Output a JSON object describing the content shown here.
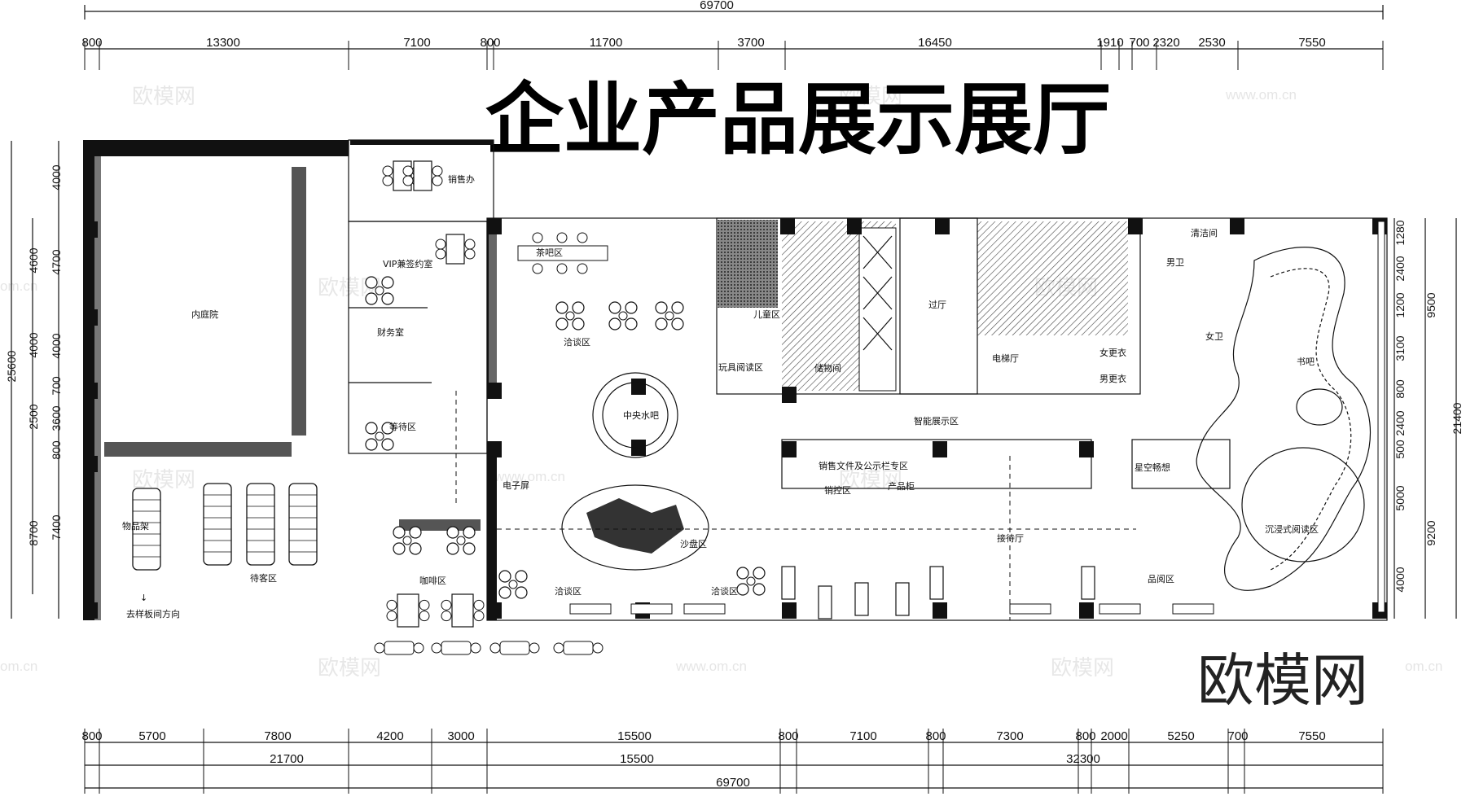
{
  "title": "企业产品展示展厅",
  "watermark_logo": "欧模网",
  "watermark_url": "www.om.cn",
  "watermark_url_partial": "om.cn",
  "dimensions": {
    "top_total": "69700",
    "top_segments": [
      "800",
      "13300",
      "7100",
      "800",
      "11700",
      "3700",
      "16450",
      "1910",
      "700",
      "2320",
      "2530",
      "7550"
    ],
    "bottom_segments": [
      "800",
      "5700",
      "7800",
      "4200",
      "3000",
      "15500",
      "800",
      "7100",
      "800",
      "7300",
      "800",
      "2000",
      "5250",
      "700",
      "7550"
    ],
    "bottom_subtotals": [
      "21700",
      "15500",
      "32300"
    ],
    "bottom_total": "69700",
    "left_total": "25600",
    "left_outer": [
      "4600",
      "4000",
      "2500",
      "8700"
    ],
    "left_inner": [
      "4000",
      "4700",
      "4000",
      "700",
      "3600",
      "800",
      "7400"
    ],
    "right_outer": [
      "9500",
      "21400",
      "9200"
    ],
    "right_inner": [
      "1280",
      "2400",
      "1200",
      "3100",
      "800",
      "2400",
      "500",
      "5000",
      "4000"
    ]
  },
  "rooms": {
    "courtyard": "内庭院",
    "sales_office": "销售办",
    "vip_room": "VIP兼签约室",
    "tea_bar": "茶吧区",
    "finance": "财务室",
    "waiting_zone": "等待区",
    "negotiation_top": "洽谈区",
    "central_bar": "中央水吧",
    "kids_zone": "儿童区",
    "toy_reading": "玩具阅读区",
    "storage": "储物间",
    "hall": "过厅",
    "elevator_hall": "电梯厅",
    "female_change": "女更衣",
    "male_change": "男更衣",
    "cleaning": "清洁间",
    "male_wc": "男卫",
    "female_wc": "女卫",
    "book_bar": "书吧",
    "smart_display": "智能展示区",
    "sales_docs": "销售文件及公示栏专区",
    "sales_control": "销控区",
    "product_rack": "产品柜",
    "starry_sky": "星空畅想",
    "immersive_reading": "沉浸式阅读区",
    "electronic_screen": "电子屏",
    "sand_table": "沙盘区",
    "reception": "接待厅",
    "negotiation_left": "洽谈区",
    "negotiation_mid": "洽谈区",
    "tasting": "品阅区",
    "guest_waiting": "待客区",
    "coffee_zone": "咖啡区",
    "rack": "物品架",
    "to_model_room": "去样板间方向",
    "arrow": "↓"
  }
}
